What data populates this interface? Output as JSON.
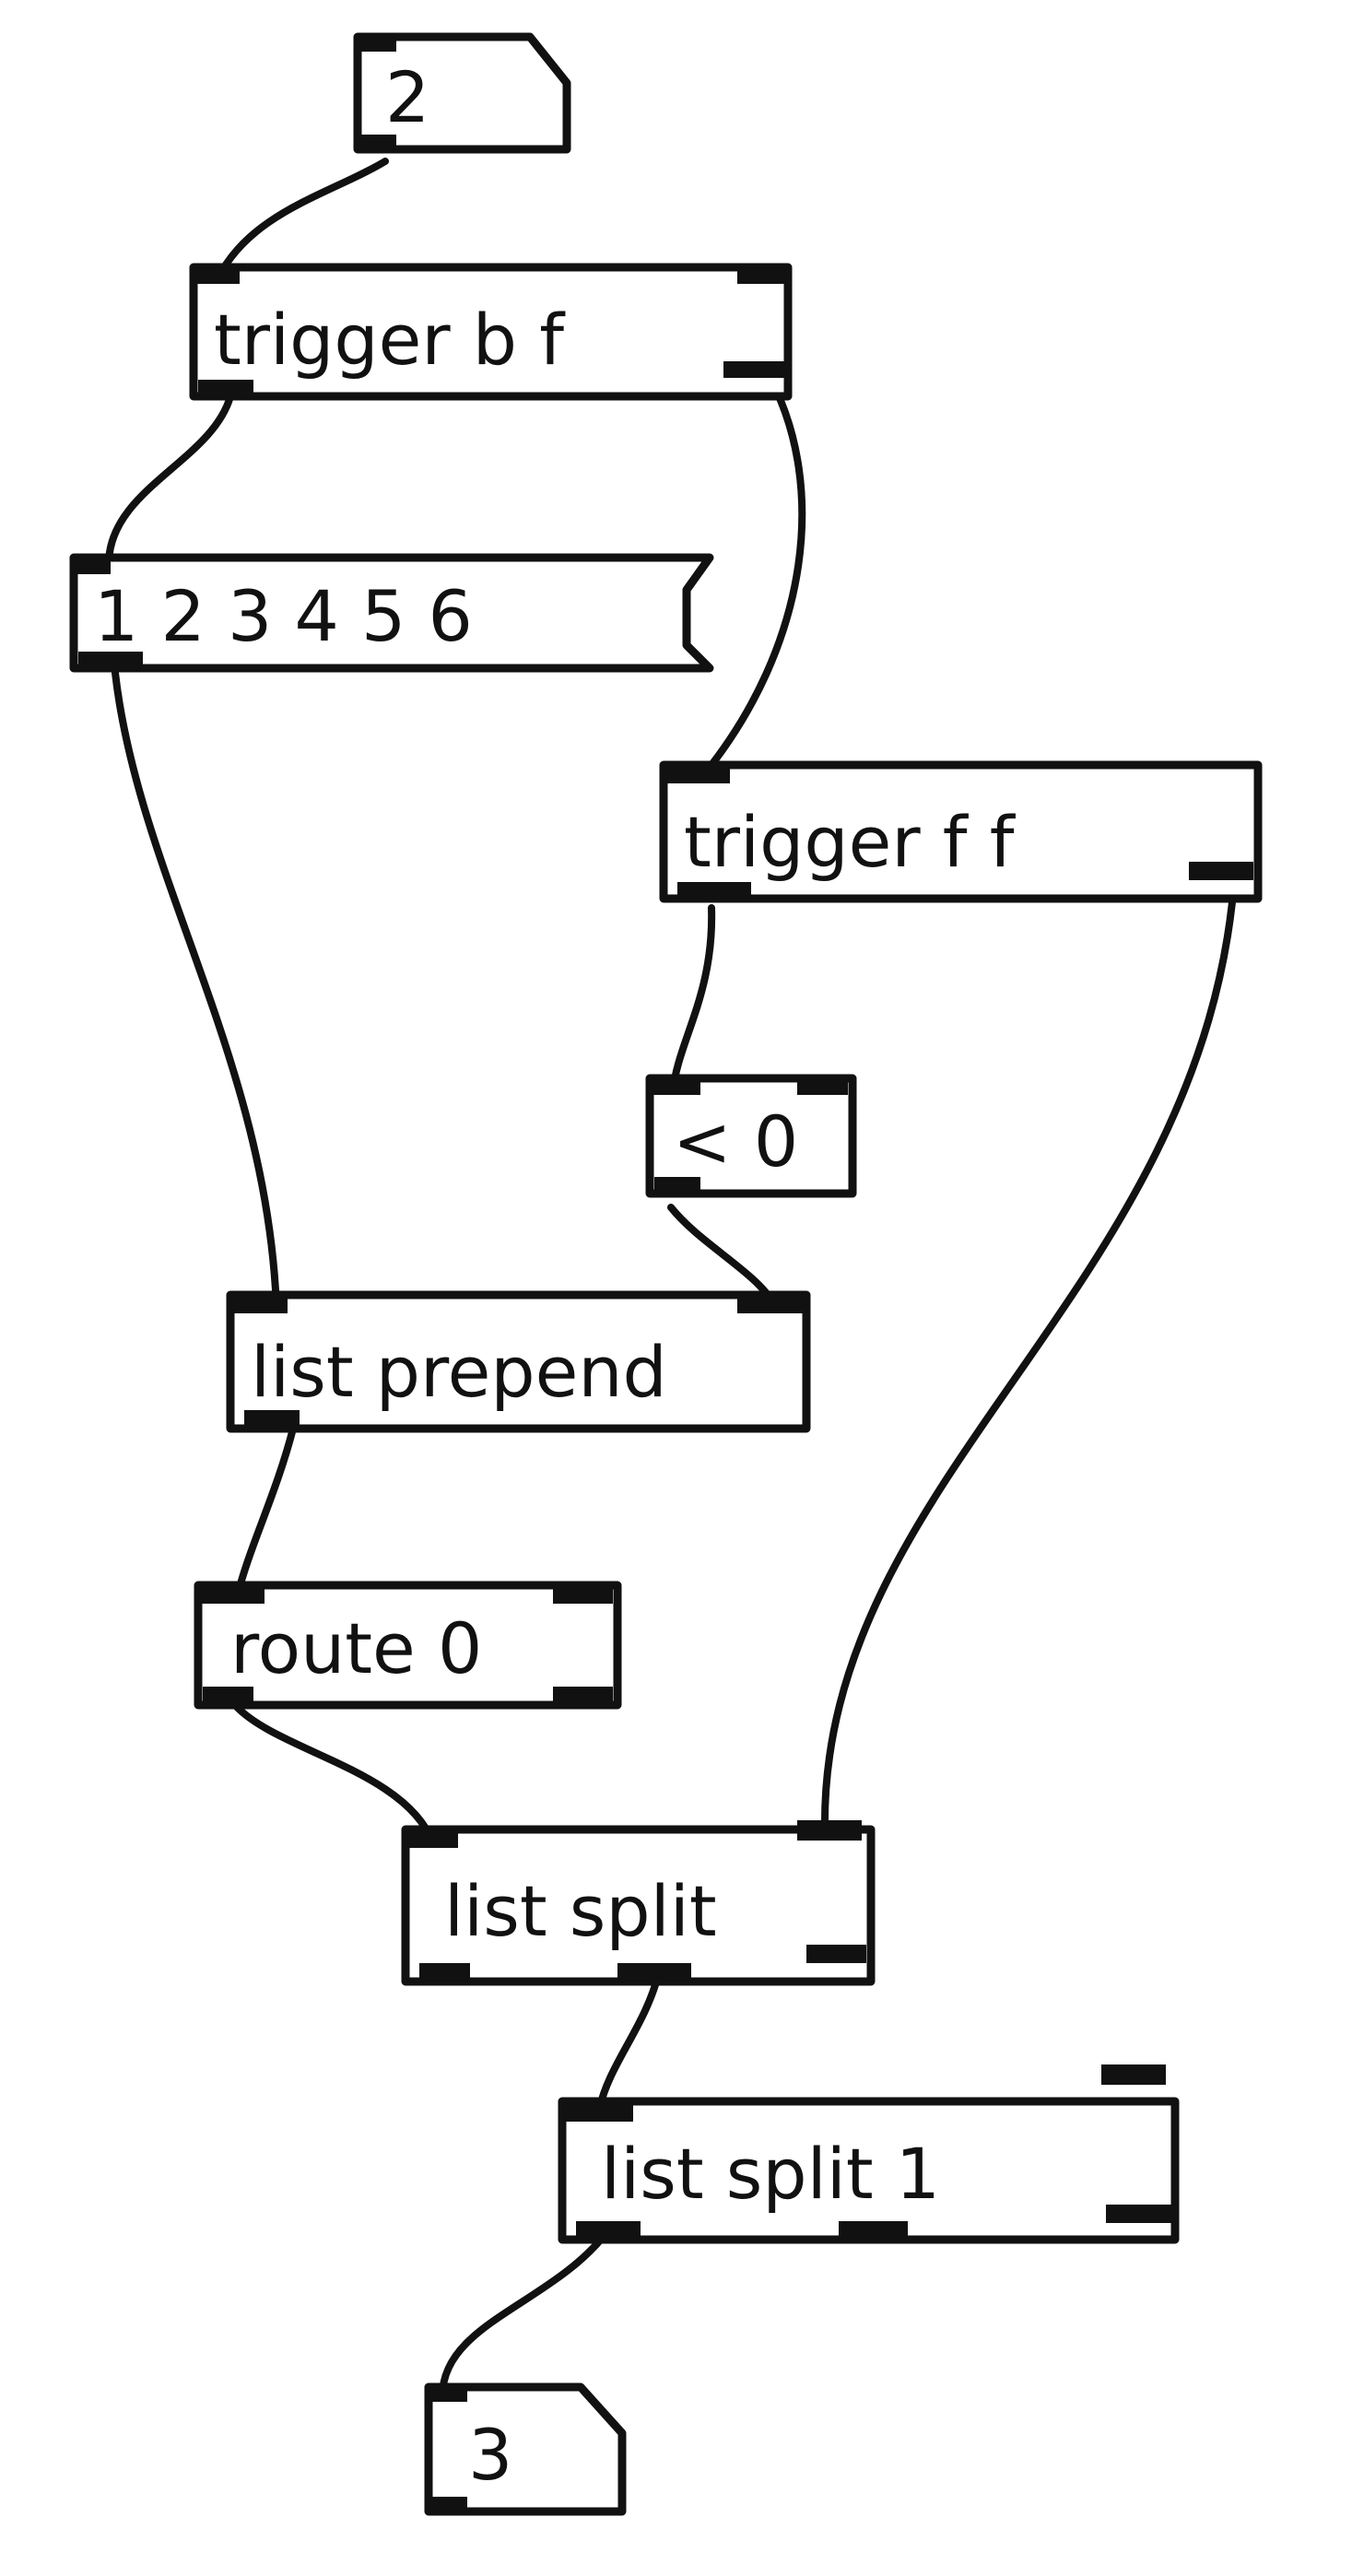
{
  "patch": {
    "nodes": [
      {
        "id": "number-2",
        "kind": "number",
        "text": "2"
      },
      {
        "id": "trigger-b-f",
        "kind": "object",
        "text": "trigger b f"
      },
      {
        "id": "message-1-6",
        "kind": "message",
        "text": "1 2 3 4 5 6"
      },
      {
        "id": "trigger-f-f",
        "kind": "object",
        "text": "trigger f f"
      },
      {
        "id": "less-than-0",
        "kind": "object",
        "text": "< 0"
      },
      {
        "id": "list-prepend",
        "kind": "object",
        "text": "list prepend"
      },
      {
        "id": "route-0",
        "kind": "object",
        "text": "route 0"
      },
      {
        "id": "list-split",
        "kind": "object",
        "text": "list split"
      },
      {
        "id": "list-split-1",
        "kind": "object",
        "text": "list split 1"
      },
      {
        "id": "number-3",
        "kind": "number",
        "text": "3"
      }
    ],
    "connections": [
      {
        "from": "number-2",
        "outlet": 0,
        "to": "trigger-b-f",
        "inlet": 0
      },
      {
        "from": "trigger-b-f",
        "outlet": 0,
        "to": "message-1-6",
        "inlet": 0
      },
      {
        "from": "trigger-b-f",
        "outlet": 1,
        "to": "trigger-f-f",
        "inlet": 0
      },
      {
        "from": "message-1-6",
        "outlet": 0,
        "to": "list-prepend",
        "inlet": 0
      },
      {
        "from": "trigger-f-f",
        "outlet": 0,
        "to": "less-than-0",
        "inlet": 0
      },
      {
        "from": "trigger-f-f",
        "outlet": 1,
        "to": "list-split",
        "inlet": 1
      },
      {
        "from": "less-than-0",
        "outlet": 0,
        "to": "list-prepend",
        "inlet": 1
      },
      {
        "from": "list-prepend",
        "outlet": 0,
        "to": "route-0",
        "inlet": 0
      },
      {
        "from": "route-0",
        "outlet": 0,
        "to": "list-split",
        "inlet": 0
      },
      {
        "from": "list-split",
        "outlet": 1,
        "to": "list-split-1",
        "inlet": 0
      },
      {
        "from": "list-split-1",
        "outlet": 0,
        "to": "number-3",
        "inlet": 0
      }
    ]
  }
}
